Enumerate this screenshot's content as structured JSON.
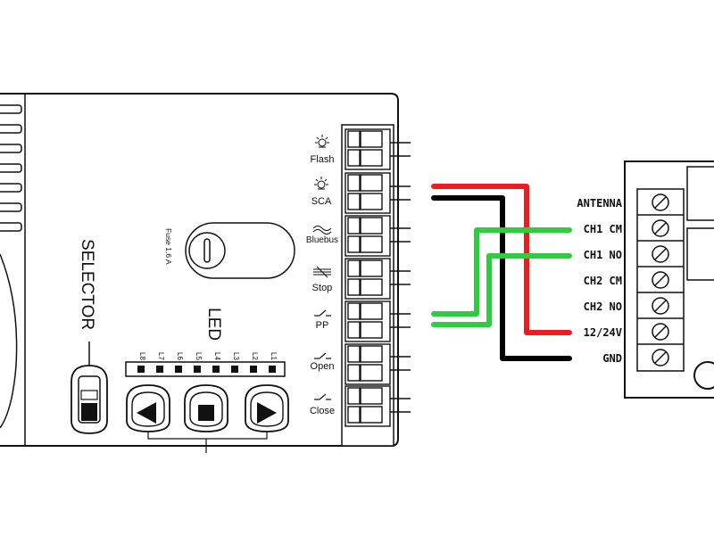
{
  "controller": {
    "selector_label": "SELECTOR",
    "led_label": "LED",
    "fuse_label": "Fuse 1.6 A",
    "led_ids": [
      "L8",
      "L7",
      "L6",
      "L5",
      "L4",
      "L3",
      "L2",
      "L1"
    ],
    "terminals": [
      {
        "label": "Flash",
        "icon": "flash-lamp-icon"
      },
      {
        "label": "SCA",
        "icon": "sca-lamp-icon"
      },
      {
        "label": "Bluebus",
        "icon": "bluebus-icon"
      },
      {
        "label": "Stop",
        "icon": "stop-icon"
      },
      {
        "label": "PP",
        "icon": "pp-switch-icon"
      },
      {
        "label": "Open",
        "icon": "open-switch-icon"
      },
      {
        "label": "Close",
        "icon": "close-switch-icon"
      }
    ],
    "buttons": [
      "left-arrow-icon",
      "stop-square-icon",
      "right-arrow-icon"
    ]
  },
  "receiver": {
    "terminals": [
      "ANTENNA",
      "CH1 CM",
      "CH1 NO",
      "CH2 CM",
      "CH2 NO",
      "12/24V",
      "GND"
    ]
  },
  "wires": {
    "red": "#ee1c1c",
    "black": "#000000",
    "green": "#2ecc40"
  }
}
